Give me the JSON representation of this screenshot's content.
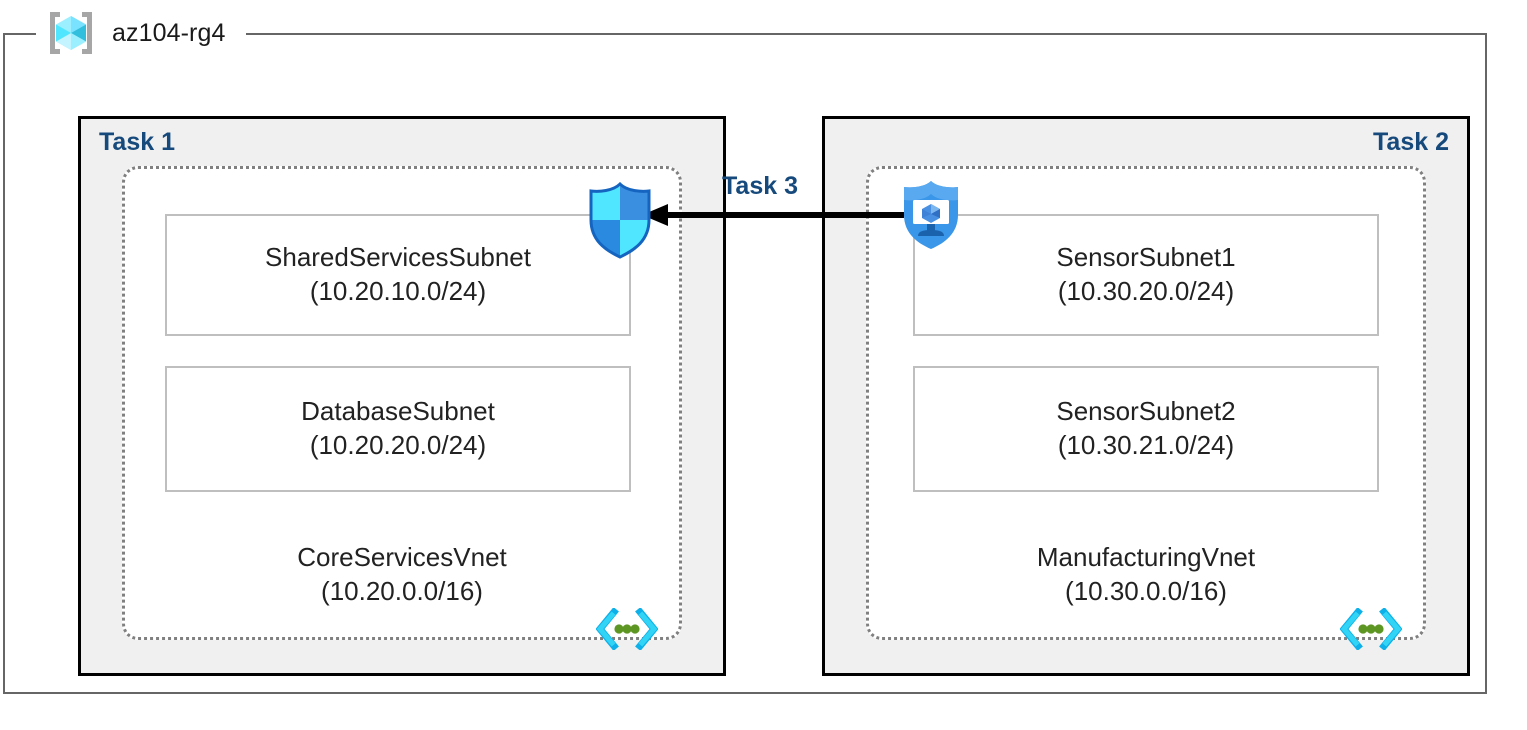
{
  "resource_group": {
    "name": "az104-rg4",
    "icon": "azure-resource-group-icon"
  },
  "tasks": [
    {
      "id": "task1",
      "label": "Task 1",
      "align": "left"
    },
    {
      "id": "task2",
      "label": "Task 2",
      "align": "right"
    },
    {
      "id": "task3",
      "label": "Task 3"
    }
  ],
  "vnets": [
    {
      "id": "vnet1",
      "name": "CoreServicesVnet",
      "cidr": "(10.20.0.0/16)",
      "corner_icon": "virtual-network-icon",
      "subnets": [
        {
          "name": "SharedServicesSubnet",
          "cidr": "(10.20.10.0/24)"
        },
        {
          "name": "DatabaseSubnet",
          "cidr": "(10.20.20.0/24)"
        }
      ]
    },
    {
      "id": "vnet2",
      "name": "ManufacturingVnet",
      "cidr": "(10.30.0.0/16)",
      "corner_icon": "virtual-network-icon",
      "subnets": [
        {
          "name": "SensorSubnet1",
          "cidr": "(10.30.20.0/24)"
        },
        {
          "name": "SensorSubnet2",
          "cidr": "(10.30.21.0/24)"
        }
      ]
    }
  ],
  "icons": {
    "nsg": "network-security-group-shield-icon",
    "bastion": "bastion-shield-monitor-icon",
    "arrow": "left-pointing-connection-arrow"
  },
  "colors": {
    "task_label": "#174a7c",
    "task_fill": "#f0f0f0",
    "task_border": "#000000",
    "rg_border": "#666666",
    "vnet_border": "#808080",
    "subnet_border": "#bfbfbf",
    "arrow": "#000000",
    "cube_cyan": "#50e6ff",
    "shield_blue": "#0078d4"
  }
}
